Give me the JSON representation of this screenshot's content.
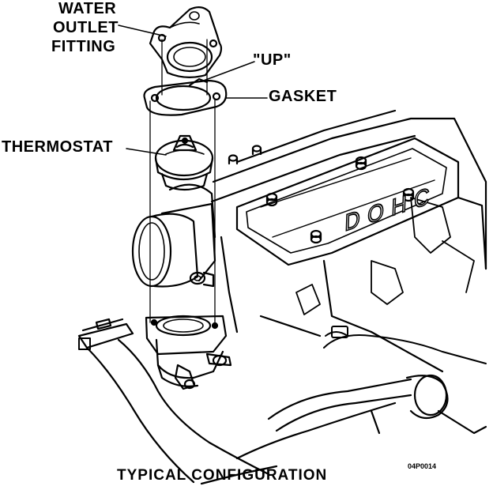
{
  "labels": {
    "water_outlet_line1": "WATER",
    "water_outlet_line2": "OUTLET",
    "water_outlet_line3": "FITTING",
    "up": "\"UP\"",
    "gasket": "GASKET",
    "thermostat": "THERMOSTAT",
    "engine_badge": "DOHC"
  },
  "caption": "TYPICAL CONFIGURATION",
  "figure_code": "04P0014"
}
